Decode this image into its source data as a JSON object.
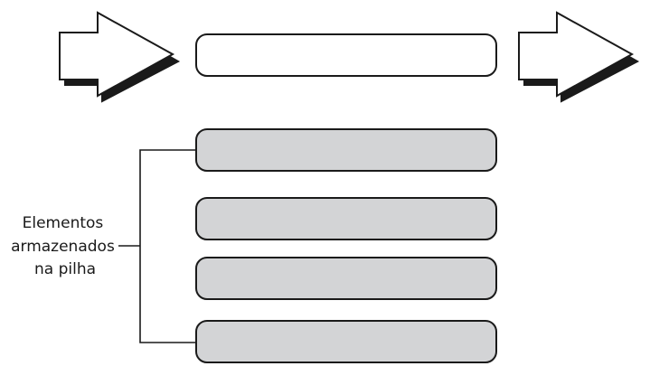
{
  "diagram": {
    "caption": {
      "line1": "Elementos",
      "line2": "armazenados",
      "line3": "na pilha"
    },
    "colors": {
      "stroke": "#1a1a1a",
      "empty_slot_fill": "#ffffff",
      "stored_slot_fill": "#d3d4d6",
      "arrow_fill": "#ffffff",
      "arrow_shadow": "#1a1a1a"
    },
    "icons": [
      "push-arrow-icon",
      "pop-arrow-icon"
    ],
    "stack": {
      "empty_slots": 1,
      "stored_elements": 4
    }
  }
}
